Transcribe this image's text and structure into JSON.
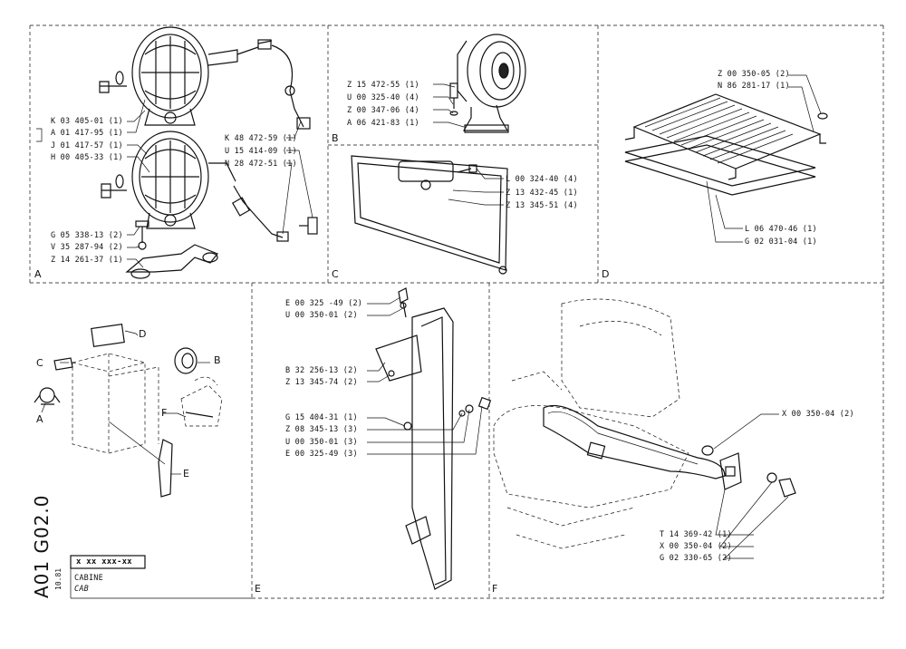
{
  "panels": {
    "A": {
      "letter": "A",
      "callouts": [
        "K 03 405-01 (1)",
        "A 01 417-95 (1)",
        "J 01 417-57 (1)",
        "H 00 405-33 (1)",
        "K 48 472-59 (1)",
        "U 15 414-09 (1)",
        "N 28 472-51 (1)",
        "G 05 338-13 (2)",
        "V 35 287-94 (2)",
        "Z 14 261-37 (1)"
      ]
    },
    "B": {
      "letter": "B",
      "callouts": [
        "Z 15 472-55 (1)",
        "U 00 325-40 (4)",
        "Z 00 347-06 (4)",
        "A 06 421-83 (1)"
      ]
    },
    "C": {
      "letter": "C",
      "callouts": [
        "L 00 324-40 (4)",
        "Z 13 432-45 (1)",
        "Z 13 345-51 (4)"
      ]
    },
    "D": {
      "letter": "D",
      "callouts": [
        "Z 00 350-05 (2)",
        "N 86 281-17 (1)",
        "L 06 470-46 (1)",
        "G 02 031-04 (1)"
      ]
    },
    "E": {
      "letter": "E",
      "callouts": [
        "E 00 325 -49 (2)",
        "U 00 350-01 (2)",
        "B 32 256-13 (2)",
        "Z 13 345-74 (2)",
        "G 15 404-31 (1)",
        "Z 08 345-13 (3)",
        "U 00 350-01 (3)",
        "E 00 325-49 (3)"
      ]
    },
    "F": {
      "letter": "F",
      "callouts": [
        "X 00 350-04 (2)",
        "T 14 369-42 (1)",
        "X 00 350-04 (2)",
        "G 02 330-65 (2)"
      ]
    }
  },
  "overview": {
    "labels": [
      "D",
      "C",
      "B",
      "A",
      "F",
      "E"
    ]
  },
  "title_block": {
    "code": "A01 G02.0",
    "part_no": "x xx xxx-xx",
    "date": "10.81",
    "name_1": "CABINE",
    "name_2": "CAB"
  }
}
